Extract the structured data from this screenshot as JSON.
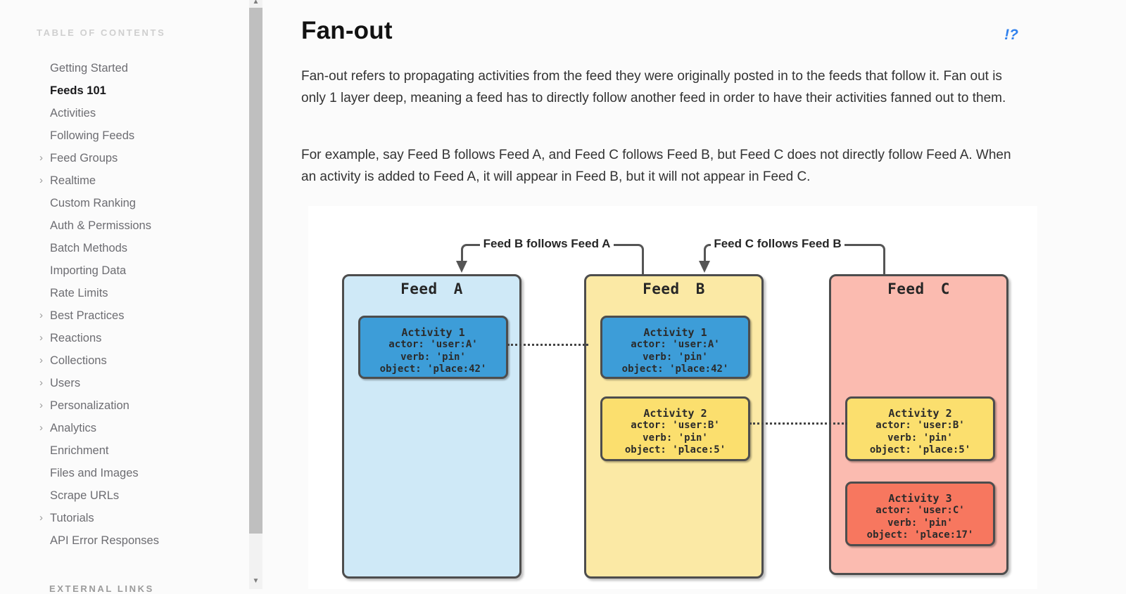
{
  "sidebar": {
    "header": "TABLE OF CONTENTS",
    "chevron_glyph": "›",
    "items": [
      {
        "label": "Getting Started",
        "chevron": false,
        "active": false
      },
      {
        "label": "Feeds 101",
        "chevron": false,
        "active": true
      },
      {
        "label": "Activities",
        "chevron": false,
        "active": false
      },
      {
        "label": "Following Feeds",
        "chevron": false,
        "active": false
      },
      {
        "label": "Feed Groups",
        "chevron": true,
        "active": false
      },
      {
        "label": "Realtime",
        "chevron": true,
        "active": false
      },
      {
        "label": "Custom Ranking",
        "chevron": false,
        "active": false
      },
      {
        "label": "Auth & Permissions",
        "chevron": false,
        "active": false
      },
      {
        "label": "Batch Methods",
        "chevron": false,
        "active": false
      },
      {
        "label": "Importing Data",
        "chevron": false,
        "active": false
      },
      {
        "label": "Rate Limits",
        "chevron": false,
        "active": false
      },
      {
        "label": "Best Practices",
        "chevron": true,
        "active": false
      },
      {
        "label": "Reactions",
        "chevron": true,
        "active": false
      },
      {
        "label": "Collections",
        "chevron": true,
        "active": false
      },
      {
        "label": "Users",
        "chevron": true,
        "active": false
      },
      {
        "label": "Personalization",
        "chevron": true,
        "active": false
      },
      {
        "label": "Analytics",
        "chevron": true,
        "active": false
      },
      {
        "label": "Enrichment",
        "chevron": false,
        "active": false
      },
      {
        "label": "Files and Images",
        "chevron": false,
        "active": false
      },
      {
        "label": "Scrape URLs",
        "chevron": false,
        "active": false
      },
      {
        "label": "Tutorials",
        "chevron": true,
        "active": false
      },
      {
        "label": "API Error Responses",
        "chevron": false,
        "active": false
      }
    ],
    "footer_header": "EXTERNAL LINKS"
  },
  "scrollbar": {
    "up_glyph": "▲",
    "down_glyph": "▼"
  },
  "main": {
    "title": "Fan-out",
    "feedback_glyph": "!?",
    "paragraphs": [
      "Fan-out refers to propagating activities from the feed they were originally posted in to the feeds that follow it. Fan out is only 1 layer deep, meaning a feed has to directly follow another feed in order to have their activities fanned out to them.",
      "For example, say Feed B follows Feed A, and Feed C follows Feed B, but Feed C does not directly follow Feed A. When an activity is added to Feed A, it will appear in Feed B, but it will not appear in Feed C."
    ]
  },
  "diagram": {
    "background": "#ffffff",
    "border_color": "#4d4d4d",
    "follow_labels": [
      {
        "text": "Feed B follows Feed A",
        "arrow_points_to": "Feed A",
        "line_connects_from": "Feed B"
      },
      {
        "text": "Feed C follows Feed B",
        "arrow_points_to": "Feed B",
        "line_connects_from": "Feed C"
      }
    ],
    "feeds": [
      {
        "title": "Feed A",
        "fill": "#cfe9f7",
        "activities": [
          {
            "name": "Activity 1",
            "fill": "#3d9dd8",
            "lines": [
              "actor: 'user:A'",
              "verb: 'pin'",
              "object: 'place:42'"
            ]
          }
        ]
      },
      {
        "title": "Feed B",
        "fill": "#fbe9a5",
        "activities": [
          {
            "name": "Activity 1",
            "fill": "#3d9dd8",
            "lines": [
              "actor: 'user:A'",
              "verb: 'pin'",
              "object: 'place:42'"
            ]
          },
          {
            "name": "Activity 2",
            "fill": "#fbdf6e",
            "lines": [
              "actor: 'user:B'",
              "verb: 'pin'",
              "object: 'place:5'"
            ]
          }
        ]
      },
      {
        "title": "Feed C",
        "fill": "#fbbbb0",
        "activities": [
          {
            "name": "Activity 2",
            "fill": "#fbdf6e",
            "lines": [
              "actor: 'user:B'",
              "verb: 'pin'",
              "object: 'place:5'"
            ]
          },
          {
            "name": "Activity 3",
            "fill": "#f7775f",
            "lines": [
              "actor: 'user:C'",
              "verb: 'pin'",
              "object: 'place:17'"
            ]
          }
        ]
      }
    ],
    "dotted_links": [
      {
        "from": "Feed A / Activity 1",
        "to": "Feed B / Activity 1"
      },
      {
        "from": "Feed B / Activity 2",
        "to": "Feed C / Activity 2"
      }
    ]
  },
  "colors": {
    "accent_blue": "#2f80ed",
    "page_background": "#fbfbfb",
    "sidebar_text": "#6d6d72",
    "active_item_text": "#18181a",
    "scrollbar_thumb": "#bfbfbf",
    "scrollbar_track": "#f2f2f2"
  }
}
